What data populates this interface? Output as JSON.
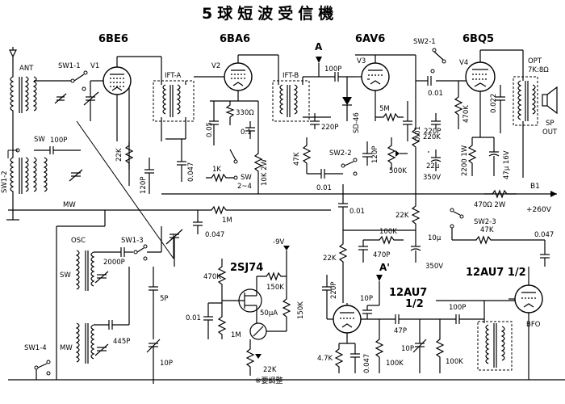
{
  "title": "5球短波受信機",
  "tubes": {
    "v1": {
      "ref": "V1",
      "type": "6BE6"
    },
    "v2": {
      "ref": "V2",
      "type": "6BA6"
    },
    "v3": {
      "ref": "V3",
      "type": "6AV6"
    },
    "v4": {
      "ref": "V4",
      "type": "6BQ5"
    },
    "v5": {
      "type": "12AU7",
      "fraction": "1/2"
    },
    "v6": {
      "type": "12AU7 1/2"
    }
  },
  "fet": {
    "type": "2SJ74"
  },
  "transformers": {
    "ifta": "IFT-A",
    "iftb": "IFT-B",
    "opt_name": "OPT",
    "opt_ratio": "7K:8Ω"
  },
  "labels": {
    "ant": "ANT",
    "sw": "SW",
    "mw": "MW",
    "osc": "OSC",
    "osc_sw": "SW",
    "osc_mw": "MW",
    "sp": "SP",
    "out": "OUT",
    "bfo": "BFO",
    "b1": "B1",
    "b_volt": "+260V",
    "neg9": "-9V",
    "node_a": "A",
    "node_a2": "A'",
    "sw_pos": "SW",
    "sw_pos2": "2~4",
    "adjust_note": "※要調整",
    "diode": "SD-46"
  },
  "switches": {
    "sw1_1": "SW1-1",
    "sw1_2": "SW1-2",
    "sw1_3": "SW1-3",
    "sw1_4": "SW1-4",
    "sw2_1": "SW2-1",
    "sw2_2": "SW2-2",
    "sw2_3": "SW2-3"
  },
  "components": {
    "c_100p_ant": "100P",
    "r_22k_v1": "22K",
    "c_120p": "120P",
    "c_0047_v1": "0.047",
    "c_005": "0.05",
    "r_330": "330Ω",
    "c_01_v2": "0.1",
    "r_1k": "1K",
    "r_10k2w": "10K 2W",
    "c_100p_det": "100P",
    "c_220p_det": "220P",
    "r_5m": "5M",
    "c_001_v3": "0.01",
    "c_220p_v3": "220P",
    "r_470k_v3": "470K",
    "r_220k": "220K",
    "c_22u": "22μ",
    "c_22u_v": "350V",
    "c_120p_sw": "120P",
    "r_500k": "500K",
    "r_47k_mid": "47K",
    "c_001_mid": "0.01",
    "c_001_v4": "0.01",
    "c_0022": "0.022",
    "r_2200_1w": "2200 1W",
    "c_47u": "47μ 16V",
    "r_470_2w": "470Ω 2W",
    "r_1m_line": "1M",
    "c_0047_line": "0.047",
    "c_2000p": "2000P",
    "c_445p": "445P",
    "c_5p": "5P",
    "c_10p_osc": "10P",
    "r_470k_fet": "470K",
    "r_150k_fet": "150K",
    "c_50ua": "50μA",
    "r_150k_fet2": "150K",
    "c_001_fet": "0.01",
    "r_1m_fet": "1M",
    "r_22k_fet": "22K",
    "c_001_bfo": "0.01",
    "r_22k_bfo1": "22K",
    "r_100k_bfo": "100K",
    "c_470p": "470P",
    "c_10u": "10μ",
    "c_10u_v": "350V",
    "r_22k_bfo2": "22K",
    "c_220p_bfo": "220P",
    "c_10p_bfo": "10P",
    "r_47k_sw23": "47K",
    "c_0047_bfo": "0.047",
    "r_47k_bfo": "4.7K",
    "c_0047_bfo2": "0.047",
    "r_100k_bfo2": "100K",
    "c_47p": "47P",
    "c_10p_bfo2": "10P",
    "c_100p_bfo": "100P",
    "r_100k_bfo3": "100K"
  }
}
